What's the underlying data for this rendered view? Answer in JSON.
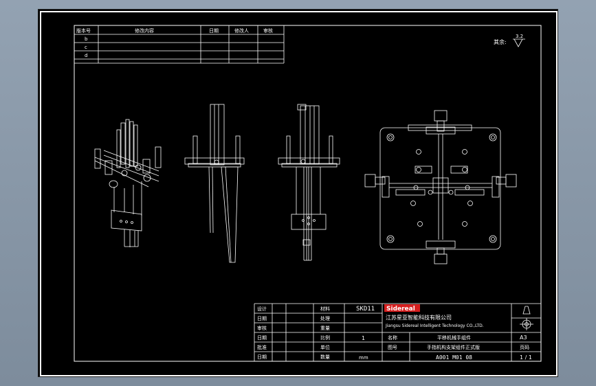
{
  "revision_table": {
    "headers": [
      "版本号",
      "修改内容",
      "日期",
      "修改人",
      "审核"
    ],
    "rows": [
      "b",
      "c",
      "d"
    ]
  },
  "surface_finish": {
    "label": "其余:",
    "value": "3.2"
  },
  "title_block": {
    "left_labels": [
      "设计",
      "日期",
      "审核",
      "日期",
      "批准",
      "日期"
    ],
    "left_names": [
      "材料",
      "处理",
      "重量",
      "比例",
      "单位",
      "数量"
    ],
    "material": "SKD11",
    "scale": "1",
    "unit": "mm",
    "company_logo": "Sidereal",
    "company_cn": "江苏星亚智能科技有限公司",
    "company_en": "Jiangsu Sidereal Intelligent Technology CO.,LTD.",
    "row_labels": [
      "名称",
      "图号"
    ],
    "product_name": "平移机械手组件",
    "part_name": "手指机构支架组件正式版",
    "drawing_number": "A001 M01 08",
    "sheet_size": "A3",
    "sheet_label": "页码",
    "sheet": "1 / 1"
  }
}
